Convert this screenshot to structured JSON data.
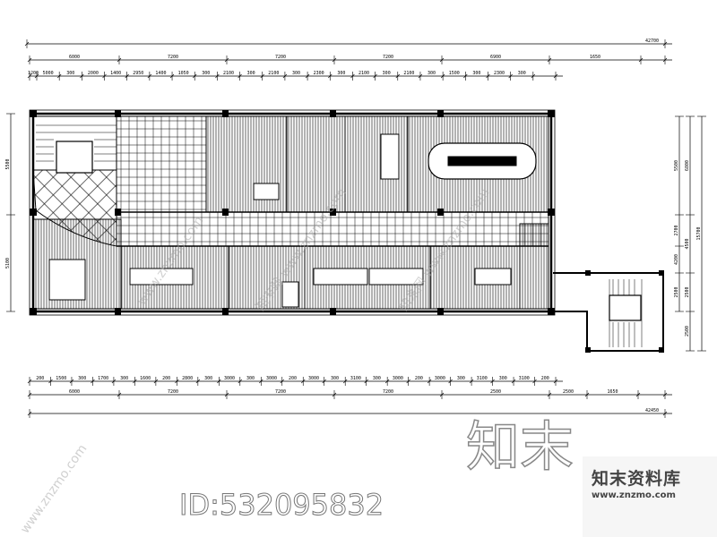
{
  "top_dimensions": {
    "overall": "42700",
    "bays": [
      "6000",
      "7200",
      "7200",
      "7200",
      "6900",
      "1650"
    ],
    "details": [
      "1200",
      "5000",
      "300",
      "2000",
      "1400",
      "2950",
      "1400",
      "1050",
      "300",
      "2100",
      "300",
      "2100",
      "300",
      "2300",
      "300",
      "2100",
      "300",
      "2100",
      "300",
      "1500",
      "300",
      "2300",
      "300"
    ]
  },
  "bottom_dimensions": {
    "overall": "42450",
    "bays": [
      "6000",
      "7200",
      "7200",
      "7200",
      "2500",
      "2500",
      "1650"
    ],
    "details": [
      "200",
      "1500",
      "300",
      "1700",
      "300",
      "1600",
      "200",
      "2800",
      "300",
      "3000",
      "300",
      "3000",
      "200",
      "3000",
      "300",
      "3100",
      "300",
      "3000",
      "200",
      "3000",
      "300",
      "3100",
      "300",
      "3100",
      "200"
    ]
  },
  "left_dimensions": [
    "5500",
    "5100"
  ],
  "right_dimensions": {
    "inner": [
      "5500",
      "2700",
      "4200",
      "2500"
    ],
    "middle": [
      "6800",
      "4500",
      "2500",
      "2500"
    ],
    "overall": "15700"
  },
  "watermarks": {
    "big": "知末",
    "id": "ID:532095832",
    "diagonal": [
      "www.znzmo.com",
      "知末网 www.znzmo.com",
      "www.znzmo.com"
    ]
  },
  "logo": {
    "name": "知末资料库",
    "url": "www.znzmo.com"
  },
  "colors": {
    "line": "#000000",
    "watermark": "#888888",
    "logo_bg": "#f6f6f6"
  }
}
